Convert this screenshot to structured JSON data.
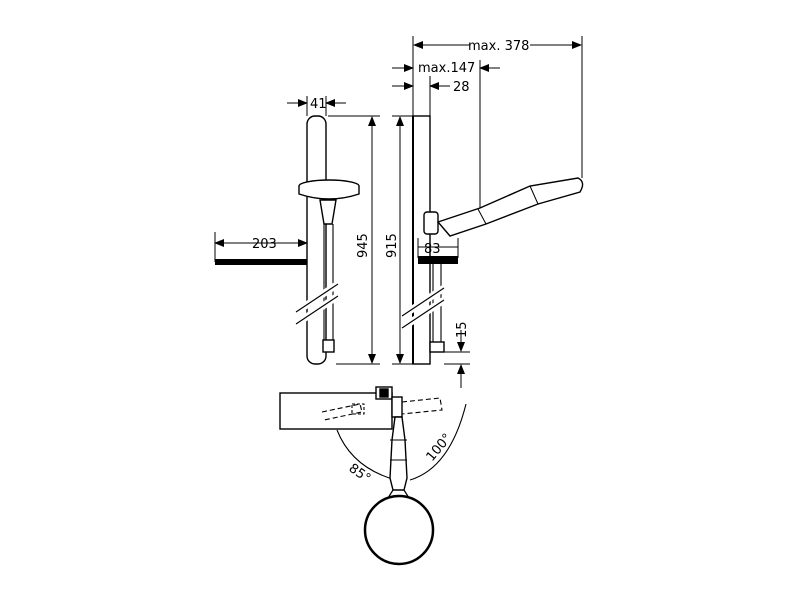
{
  "dimensions": {
    "max_projection": "max. 378",
    "max_head_projection": "max.147",
    "bar_offset": "28",
    "bar_width": "41",
    "bar_height": "945",
    "bar_spacing": "915",
    "shelf_width": "203",
    "holder_width": "83",
    "bottom_offset": "15"
  },
  "angles": {
    "left_rotation": "85°",
    "right_rotation": "100°"
  },
  "colors": {
    "line": "#000000",
    "background": "#ffffff"
  }
}
